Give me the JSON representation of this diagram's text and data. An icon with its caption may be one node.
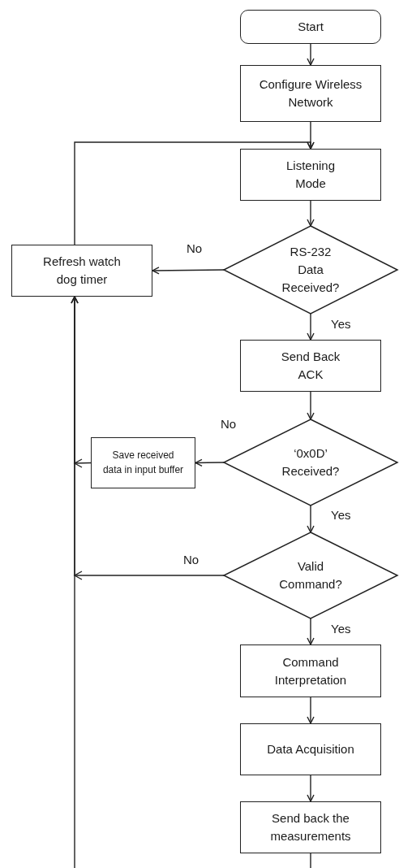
{
  "diagram": {
    "nodes": [
      {
        "text": [
          "Start"
        ]
      },
      {
        "text": [
          "Configure Wireless Network"
        ]
      },
      {
        "text": [
          "Listening Mode"
        ]
      },
      {
        "text": [
          "RS-232 Data Received?"
        ]
      },
      {
        "text": [
          "Refresh watch dog timer"
        ]
      },
      {
        "text": [
          "Send Back ACK"
        ]
      },
      {
        "text": [
          "‘0x0D’ Received?"
        ]
      },
      {
        "text": [
          "Save received data in input buffer"
        ]
      },
      {
        "text": [
          "Valid Command?"
        ]
      },
      {
        "text": [
          "Command Interpretation"
        ]
      },
      {
        "text": [
          "Data Acquisition"
        ]
      },
      {
        "text": [
          "Send back the measurements"
        ]
      }
    ],
    "edges": [
      {
        "from": 0,
        "to": 1,
        "arrow": "to"
      },
      {
        "from": 1,
        "to": 2,
        "arrow": "to"
      },
      {
        "from": 2,
        "to": 3,
        "arrow": "to"
      },
      {
        "from": 3,
        "to": 4,
        "arrow": "to",
        "label": "No"
      },
      {
        "from": 4,
        "to": 2,
        "arrow": "to"
      },
      {
        "from": 3,
        "to": 5,
        "arrow": "to",
        "label": "Yes"
      },
      {
        "from": 5,
        "to": 6,
        "arrow": "to"
      },
      {
        "from": 6,
        "to": 7,
        "arrow": "to",
        "label": "No"
      },
      {
        "from": 7,
        "to": 4,
        "arrow": "to"
      },
      {
        "from": 6,
        "to": 8,
        "arrow": "to",
        "label": "Yes"
      },
      {
        "from": 8,
        "to": 4,
        "arrow": "to",
        "label": "No"
      },
      {
        "from": 8,
        "to": 9,
        "arrow": "to",
        "label": "Yes"
      },
      {
        "from": 9,
        "to": 10,
        "arrow": "to"
      },
      {
        "from": 10,
        "to": 11,
        "arrow": "to"
      },
      {
        "from": 11,
        "to": null,
        "arrow": "none"
      },
      {
        "from": null,
        "to": 4,
        "arrow": "to"
      }
    ]
  }
}
